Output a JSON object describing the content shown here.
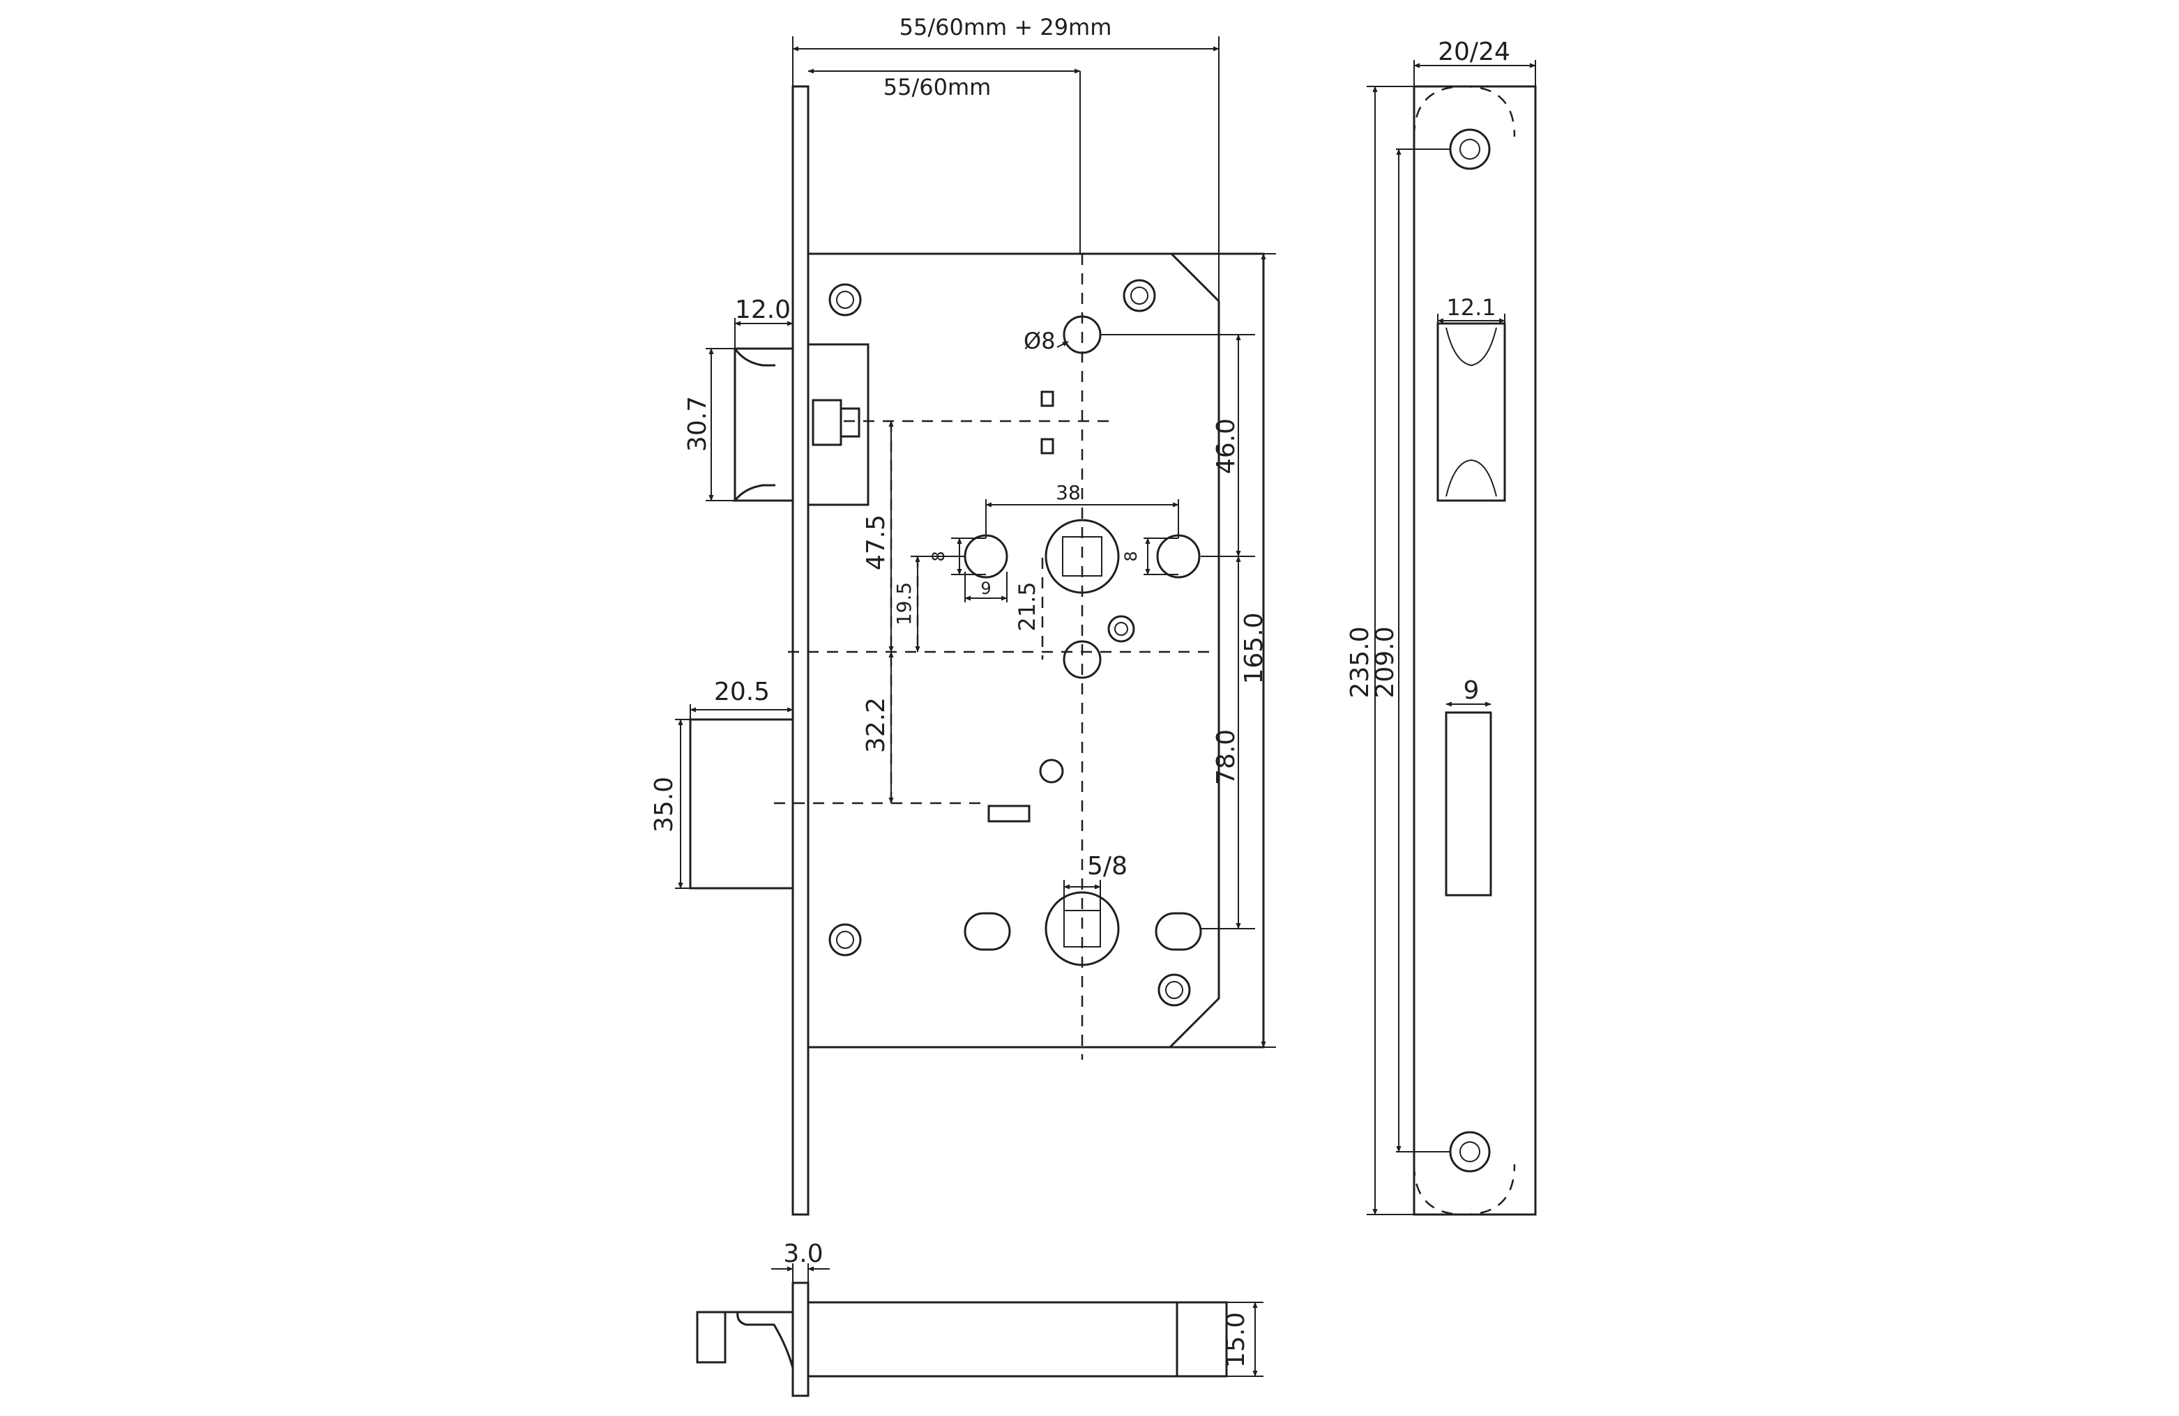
{
  "dimensions": {
    "backset_plus": "55/60mm + 29mm",
    "backset": "55/60mm",
    "latch_width": "12.0",
    "latch_height": "30.7",
    "cyl_hole": "Ø8",
    "dist_46": "46.0",
    "dist_47_5": "47.5",
    "hole_spacing": "38",
    "hole_8_left": "8",
    "hole_8_right": "8",
    "hole_9": "9",
    "dist_19_5": "19.5",
    "dist_21_5": "21.5",
    "case_height": "165.0",
    "deadbolt_width": "20.5",
    "dist_32_2": "32.2",
    "deadbolt_height": "35.0",
    "dist_78": "78.0",
    "spindle_5_8": "5/8",
    "faceplate_width": "20/24",
    "faceplate_latch": "12.1",
    "faceplate_height": "235.0",
    "screw_spacing": "209.0",
    "faceplate_bolt": "9",
    "faceplate_thickness": "3.0",
    "side_height": "15.0"
  }
}
